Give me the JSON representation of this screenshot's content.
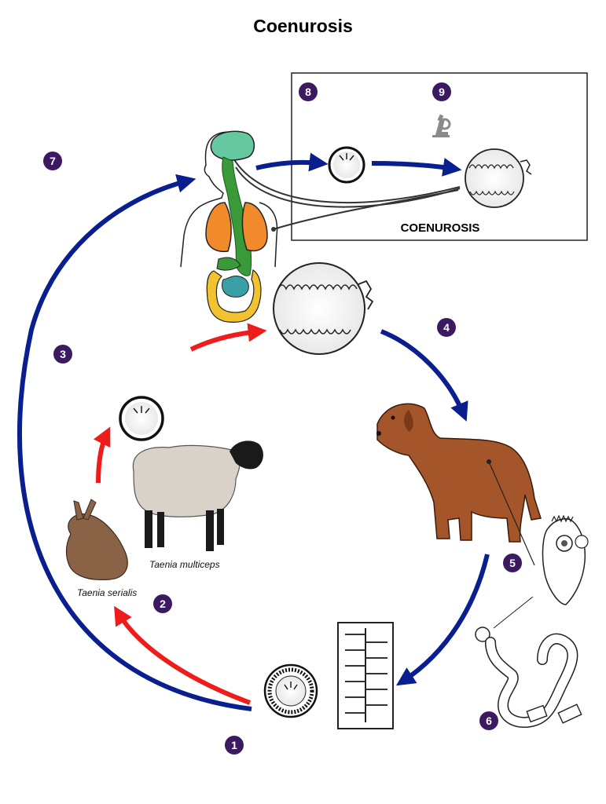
{
  "title": "Coenurosis",
  "box_label": "COENUROSIS",
  "species": {
    "sheep": "Taenia multiceps",
    "rabbit": "Taenia serialis"
  },
  "steps": [
    "1",
    "2",
    "3",
    "4",
    "5",
    "6",
    "7",
    "8",
    "9"
  ],
  "colors": {
    "blue_arrow": "#0a1f8f",
    "red_arrow": "#ef1c1c",
    "badge": "#3b1a60",
    "dog": "#a5552a",
    "sheep_wool": "#d8d2c8",
    "rabbit": "#8a6347",
    "lungs": "#f08a2a",
    "digestive": "#3a9a3a",
    "intestine": "#f2c230",
    "brain": "#66c8a0"
  },
  "icons": [
    "microscope-icon"
  ]
}
